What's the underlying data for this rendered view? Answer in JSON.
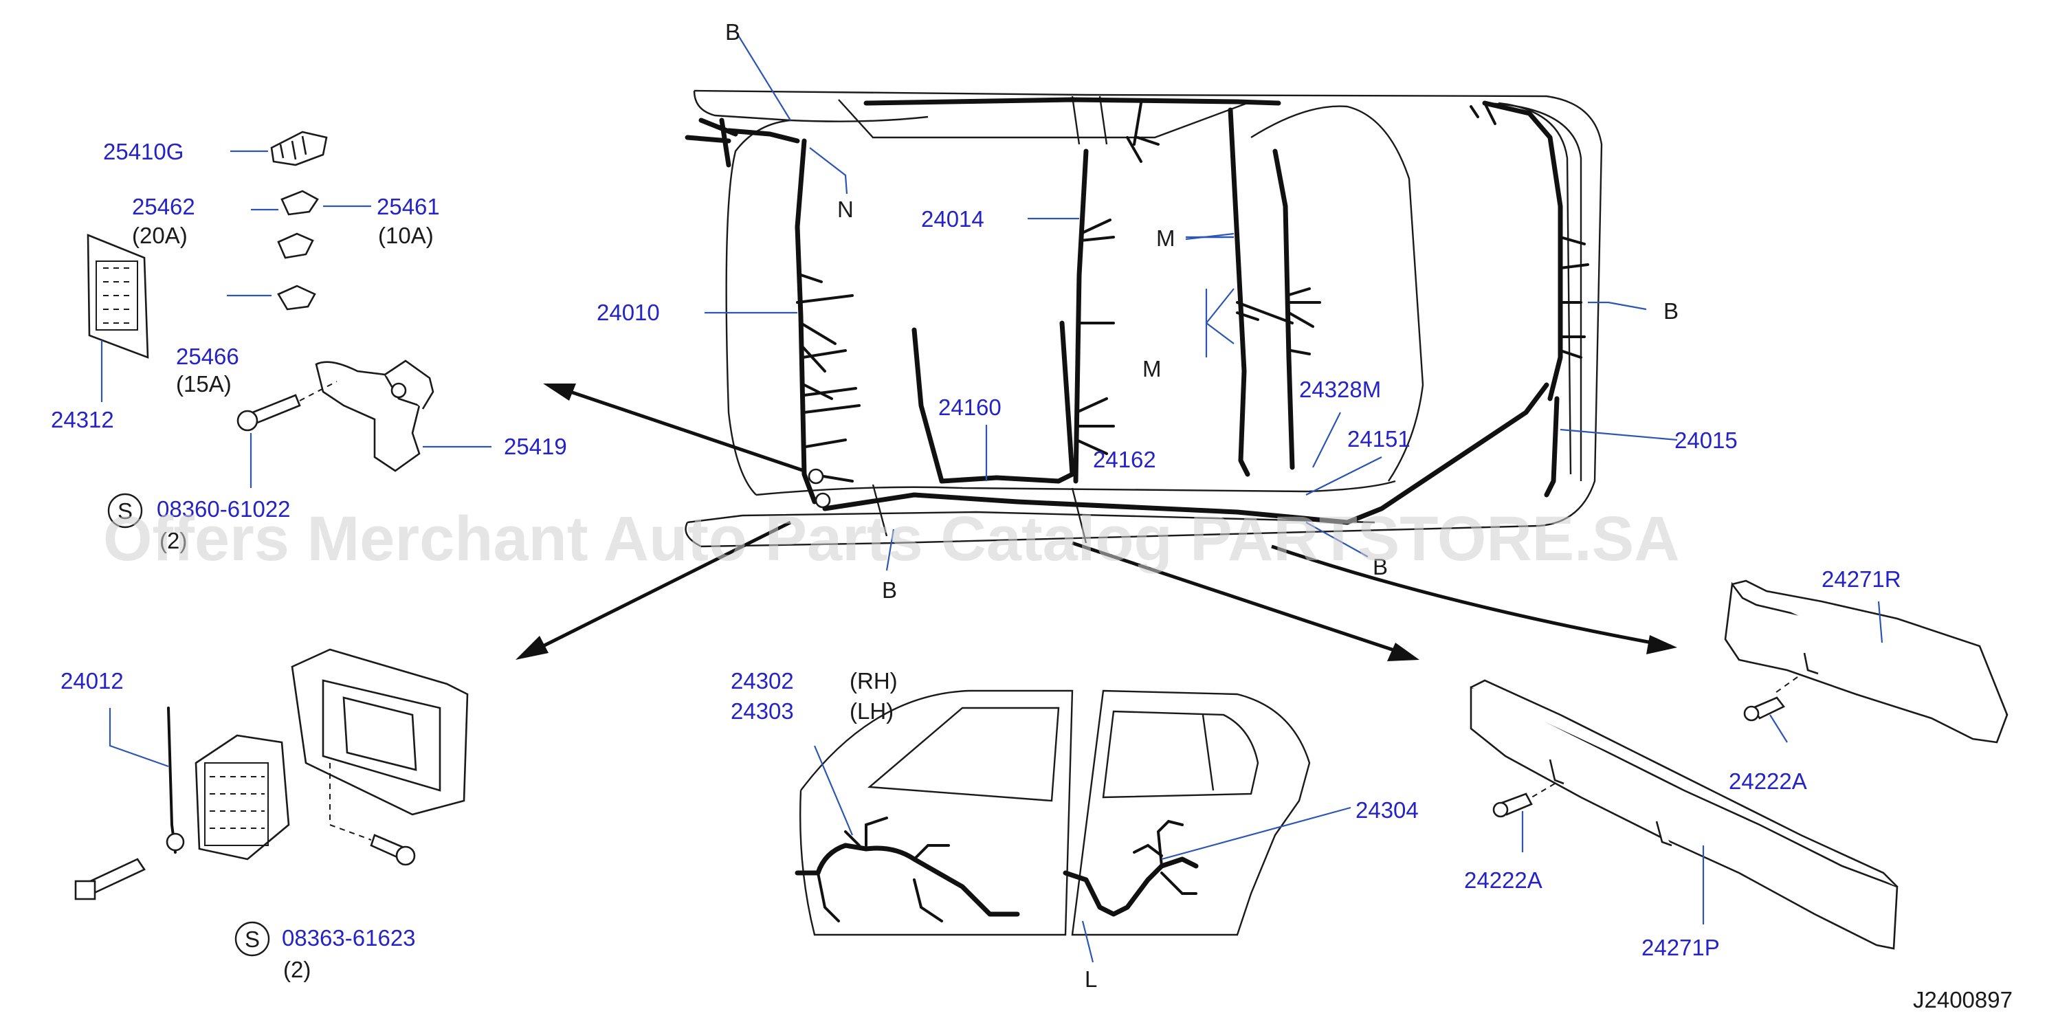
{
  "diagram_id": "J2400897",
  "watermark": "Offers Merchant Auto Parts Catalog PARTSTORE.SA",
  "callouts": {
    "n_25410G": "25410G",
    "n_25462": "25462",
    "n_25462_rating": "(20A)",
    "n_25461": "25461",
    "n_25461_rating": "(10A)",
    "n_25466": "25466",
    "n_25466_rating": "(15A)",
    "n_24312": "24312",
    "n_25419": "25419",
    "bolt_08360": "08360-61022",
    "bolt_08360_qty": "(2)",
    "n_24014": "24014",
    "n_24010": "24010",
    "n_24160": "24160",
    "n_24162": "24162",
    "n_24328M": "24328M",
    "n_24151": "24151",
    "n_24015": "24015",
    "n_24012": "24012",
    "bolt_08363": "08363-61623",
    "bolt_08363_qty": "(2)",
    "n_24302": "24302",
    "n_24302_side": "(RH)",
    "n_24303": "24303",
    "n_24303_side": "(LH)",
    "n_24304": "24304",
    "n_24271R": "24271R",
    "n_24222A_upper": "24222A",
    "n_24222A_lower": "24222A",
    "n_24271P": "24271P"
  },
  "letters": {
    "b_top": "B",
    "n": "N",
    "m_upper": "M",
    "m_lower": "M",
    "b_right": "B",
    "b_bottom": "B",
    "b_center": "B",
    "l": "L",
    "s_upper": "S",
    "s_lower": "S"
  }
}
